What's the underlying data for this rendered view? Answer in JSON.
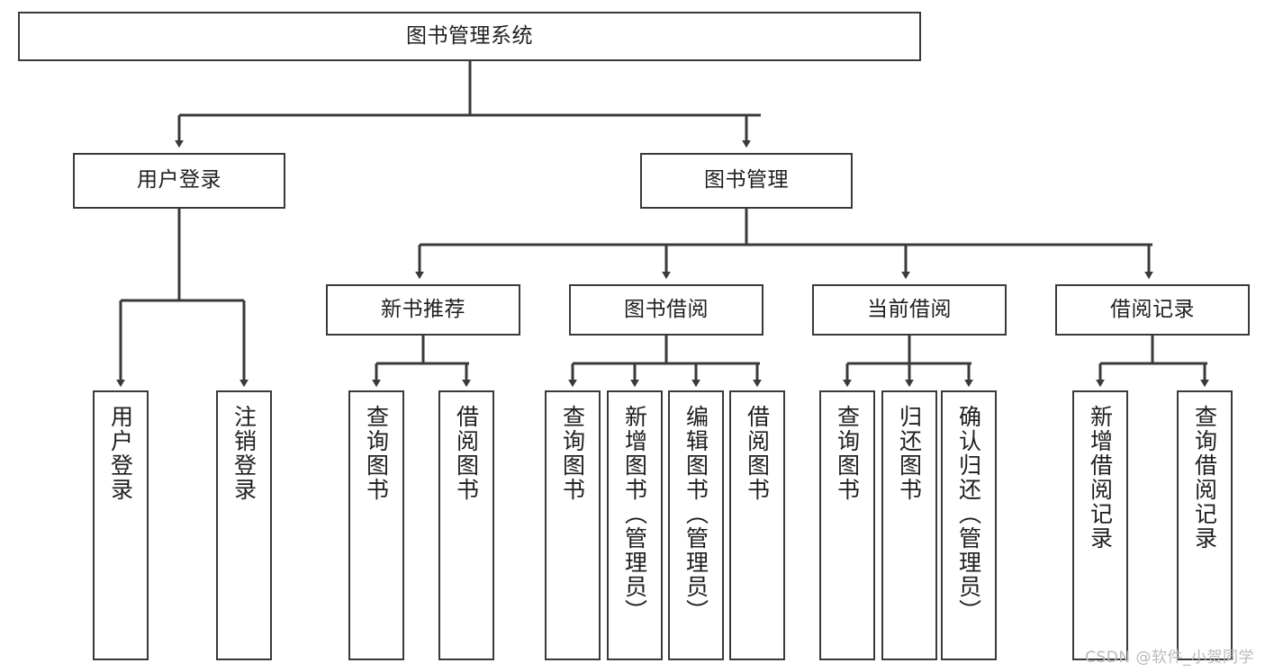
{
  "diagram": {
    "type": "tree",
    "title": "图书管理系统",
    "orientation": "top-down",
    "style": {
      "box_border_color": "#3a3a3a",
      "box_fill_color": "#ffffff",
      "connector_color": "#3a3a3a",
      "text_color": "#1f1f1f",
      "background": "#ffffff"
    },
    "root": {
      "id": "root",
      "label": "图书管理系统",
      "text_direction": "horizontal"
    },
    "level2": [
      {
        "id": "user-login",
        "label": "用户登录",
        "text_direction": "horizontal"
      },
      {
        "id": "book-management",
        "label": "图书管理",
        "text_direction": "horizontal"
      }
    ],
    "level3": [
      {
        "id": "new-book-recommend",
        "label": "新书推荐",
        "text_direction": "horizontal",
        "parent": "book-management"
      },
      {
        "id": "book-borrow",
        "label": "图书借阅",
        "text_direction": "horizontal",
        "parent": "book-management"
      },
      {
        "id": "current-borrow",
        "label": "当前借阅",
        "text_direction": "horizontal",
        "parent": "book-management"
      },
      {
        "id": "borrow-record",
        "label": "借阅记录",
        "text_direction": "horizontal",
        "parent": "book-management"
      }
    ],
    "leaves": [
      {
        "id": "leaf-user-login",
        "label": "用户登录",
        "text_direction": "vertical",
        "parent": "user-login"
      },
      {
        "id": "leaf-logout-login",
        "label": "注销登录",
        "text_direction": "vertical",
        "parent": "user-login"
      },
      {
        "id": "leaf-query-book-1",
        "label": "查询图书",
        "text_direction": "vertical",
        "parent": "new-book-recommend"
      },
      {
        "id": "leaf-borrow-book-1",
        "label": "借阅图书",
        "text_direction": "vertical",
        "parent": "new-book-recommend"
      },
      {
        "id": "leaf-query-book-2",
        "label": "查询图书",
        "text_direction": "vertical",
        "parent": "book-borrow"
      },
      {
        "id": "leaf-add-book",
        "label": "新增图书（管理员）",
        "text_direction": "vertical",
        "parent": "book-borrow"
      },
      {
        "id": "leaf-edit-book",
        "label": "编辑图书（管理员）",
        "text_direction": "vertical",
        "parent": "book-borrow"
      },
      {
        "id": "leaf-borrow-book-2",
        "label": "借阅图书",
        "text_direction": "vertical",
        "parent": "book-borrow"
      },
      {
        "id": "leaf-query-book-3",
        "label": "查询图书",
        "text_direction": "vertical",
        "parent": "current-borrow"
      },
      {
        "id": "leaf-return-book",
        "label": "归还图书",
        "text_direction": "vertical",
        "parent": "current-borrow"
      },
      {
        "id": "leaf-confirm-return",
        "label": "确认归还（管理员）",
        "text_direction": "vertical",
        "parent": "current-borrow"
      },
      {
        "id": "leaf-add-borrow-record",
        "label": "新增借阅记录",
        "text_direction": "vertical",
        "parent": "borrow-record"
      },
      {
        "id": "leaf-query-borrow-record",
        "label": "查询借阅记录",
        "text_direction": "vertical",
        "parent": "borrow-record"
      }
    ]
  },
  "watermark": {
    "text": "CSDN @软件_小贺同学"
  }
}
